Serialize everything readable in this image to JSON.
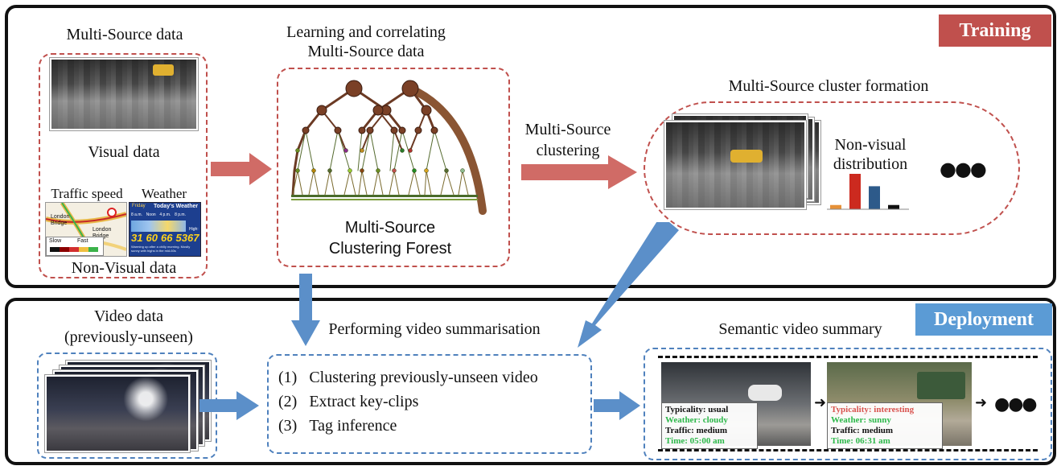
{
  "training": {
    "badge": "Training",
    "multi_source_title": "Multi-Source data",
    "visual_label": "Visual data",
    "traffic_label": "Traffic speed",
    "weather_label": "Weather",
    "nonvisual_label": "Non-Visual data",
    "map": {
      "place1": "London Bridge",
      "place2": "London Bridge",
      "slow": "Slow",
      "fast": "Fast"
    },
    "weather_card": {
      "day": "Friday",
      "header": "Today's Weather",
      "times": [
        "8 a.m.",
        "Noon",
        "4 p.m.",
        "8 p.m."
      ],
      "temps": [
        "31",
        "60",
        "66",
        "53"
      ],
      "high_label": "High:",
      "high": "67",
      "footer": "Warming up after a chilly morning. Mostly sunny with highs in the mid-60s"
    },
    "learning_title": "Learning and correlating\nMulti-Source data",
    "forest_label": "Multi-Source\nClustering Forest",
    "clustering_arrow_label": "Multi-Source\nclustering",
    "cluster_title": "Multi-Source cluster formation",
    "nonvisual_dist": "Non-visual\ndistribution",
    "dist_bars": [
      0.12,
      1.0,
      0.65,
      0.12
    ],
    "dist_colors": [
      "#e69138",
      "#cc2a1f",
      "#2d5a8a",
      "#111111"
    ],
    "ellipsis": "●●●"
  },
  "deployment": {
    "badge": "Deployment",
    "video_title": "Video data\n(previously-unseen)",
    "perform_title": "Performing video summarisation",
    "steps": [
      {
        "num": "(1)",
        "text": "Clustering previously-unseen video"
      },
      {
        "num": "(2)",
        "text": "Extract key-clips"
      },
      {
        "num": "(3)",
        "text": "Tag inference"
      }
    ],
    "summary_title": "Semantic video summary",
    "clips": [
      {
        "typicality": "Typicality: usual",
        "weather": "Weather: cloudy",
        "traffic": "Traffic: medium",
        "time": "Time: 05:00 am"
      },
      {
        "typicality": "Typicality: interesting",
        "weather": "Weather: sunny",
        "traffic": "Traffic: medium",
        "time": "Time: 06:31 am"
      }
    ],
    "ellipsis": "●●●"
  },
  "colors": {
    "red": "#c0504d",
    "blue": "#4f81bd",
    "badge_red": "#c0504d",
    "badge_blue": "#5b9bd5",
    "arrow_red": "#d06b66",
    "arrow_blue": "#5b8fc9"
  }
}
